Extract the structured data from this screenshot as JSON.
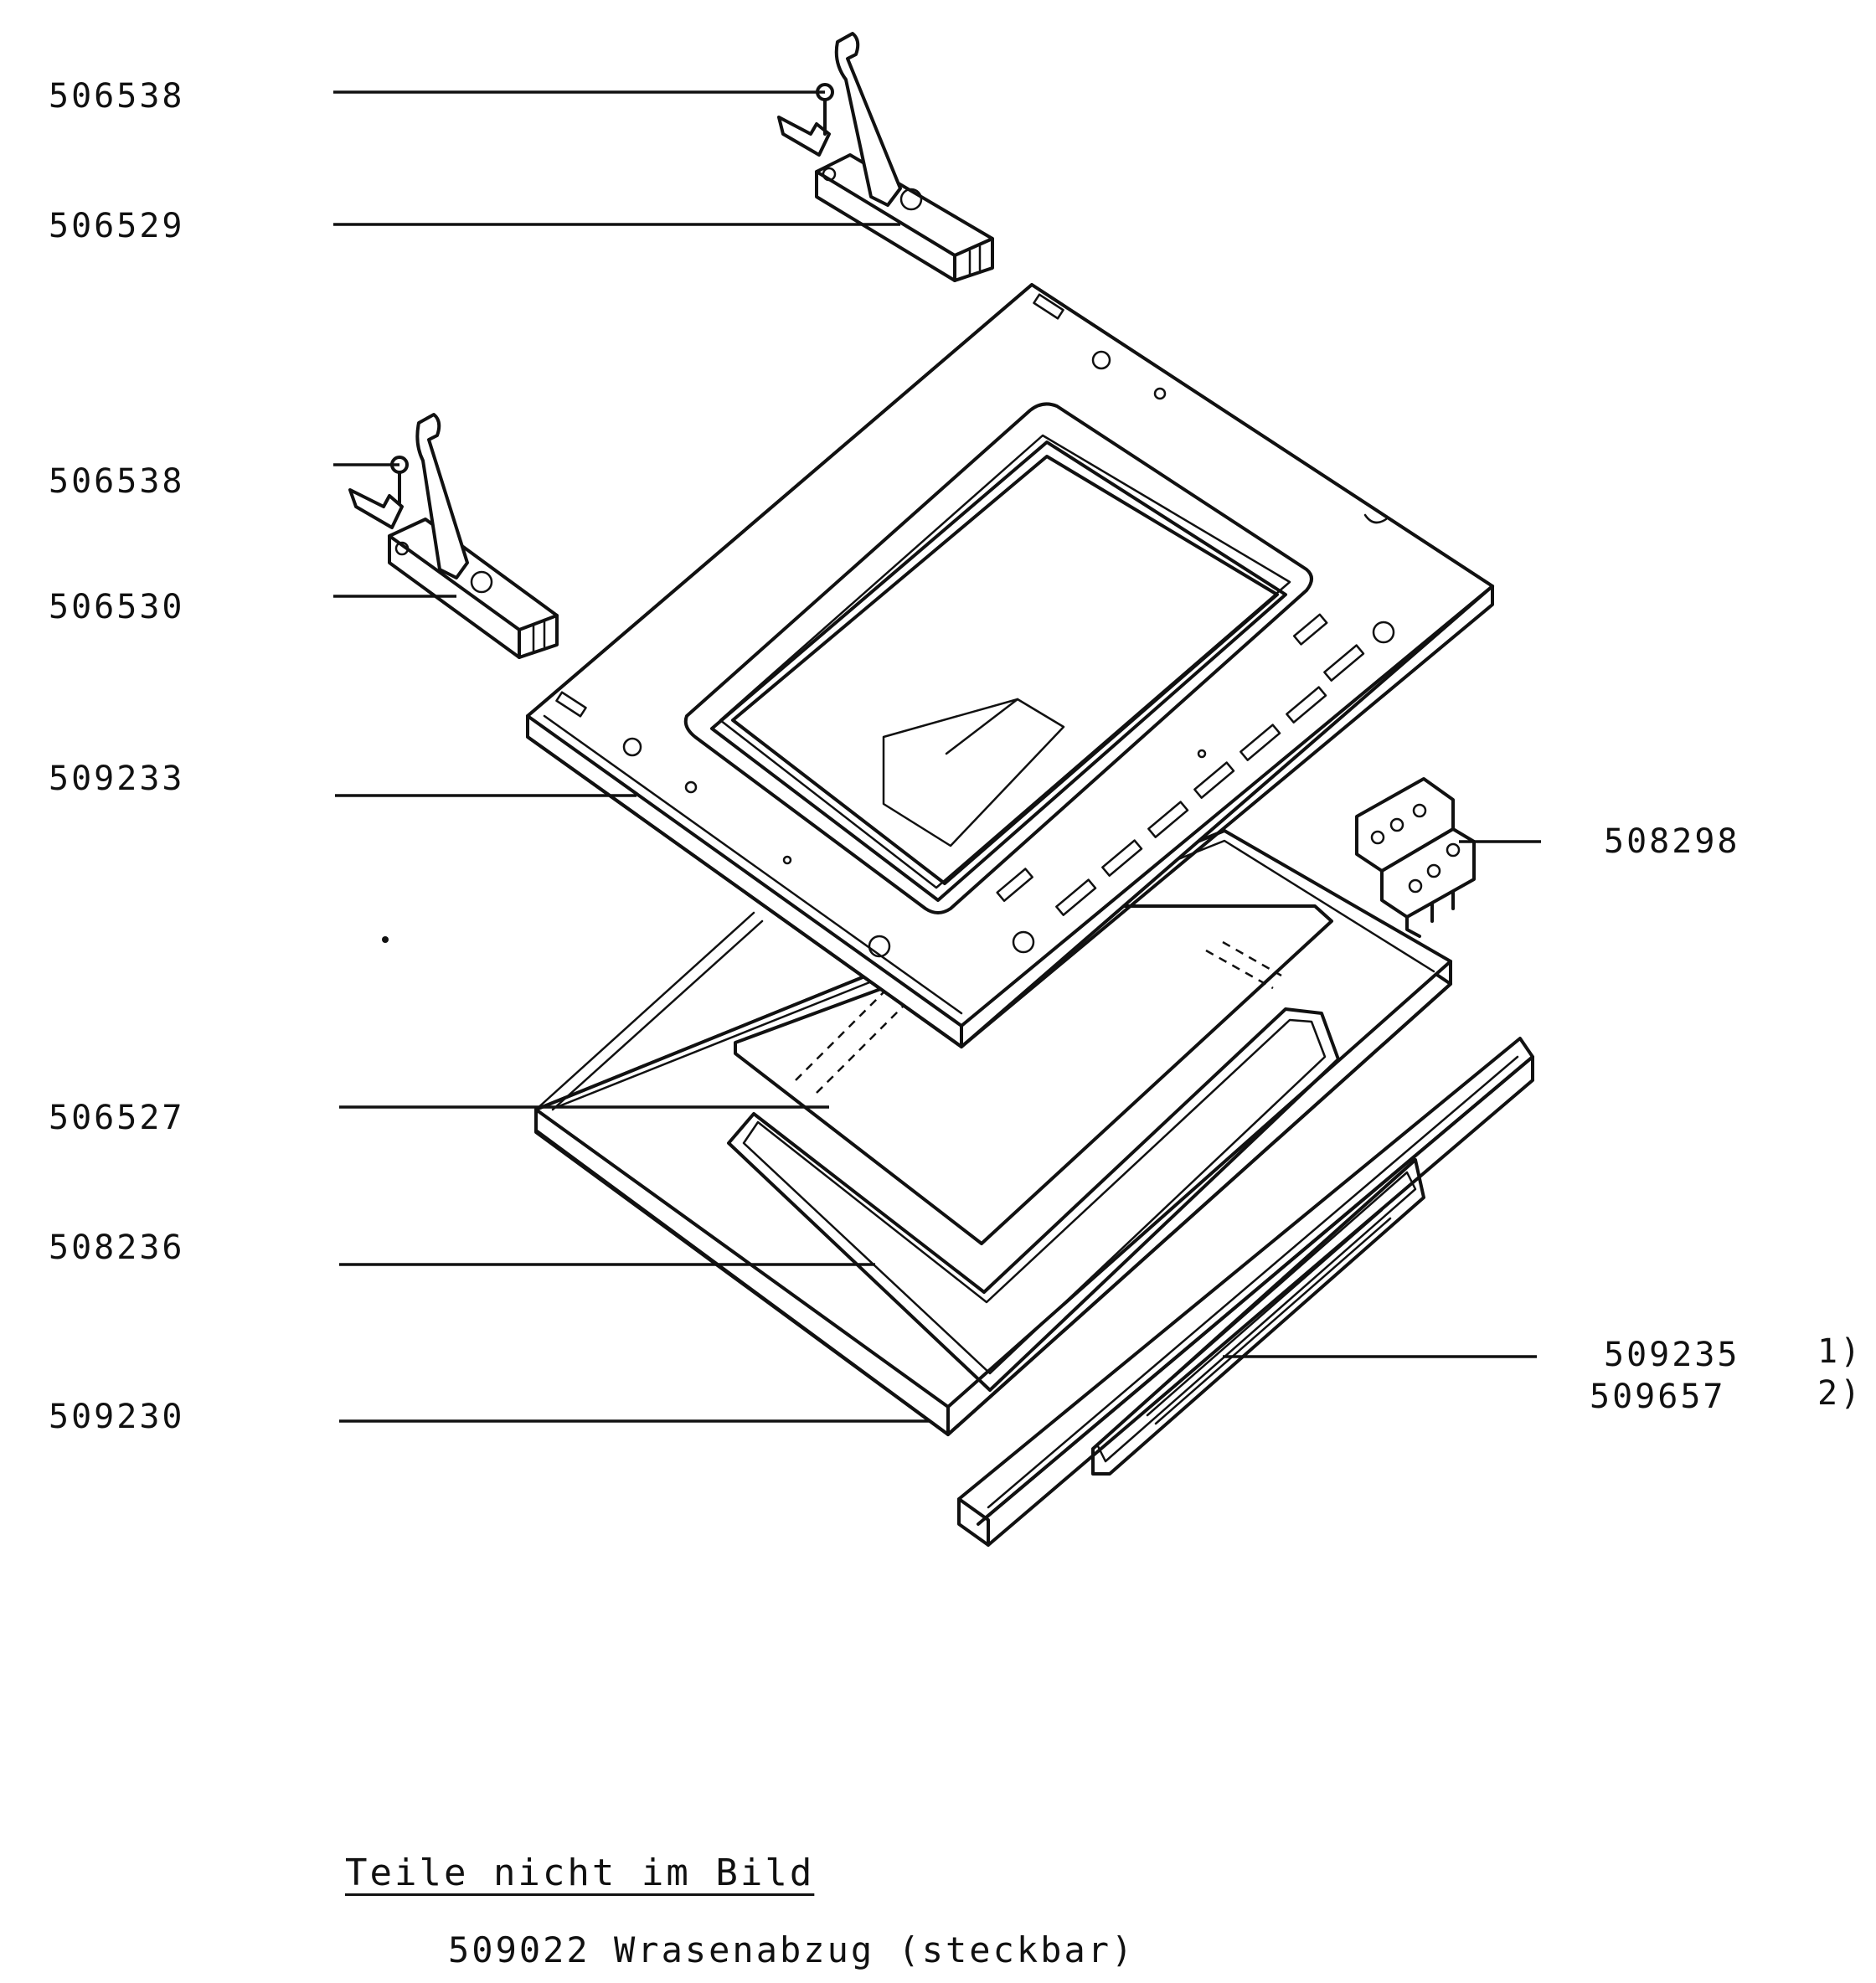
{
  "parts": [
    {
      "number": "506538"
    },
    {
      "number": "506529"
    },
    {
      "number": "506538"
    },
    {
      "number": "506530"
    },
    {
      "number": "509233"
    },
    {
      "number": "508298"
    },
    {
      "number": "506527"
    },
    {
      "number": "508236"
    },
    {
      "number": "509230"
    },
    {
      "number": "509235",
      "footnote": "1)"
    },
    {
      "number": "509657",
      "footnote": "2)"
    }
  ],
  "notes": {
    "heading": "Teile nicht im Bild",
    "items": [
      {
        "text": "509022 Wrasenabzug (steckbar)"
      }
    ]
  }
}
